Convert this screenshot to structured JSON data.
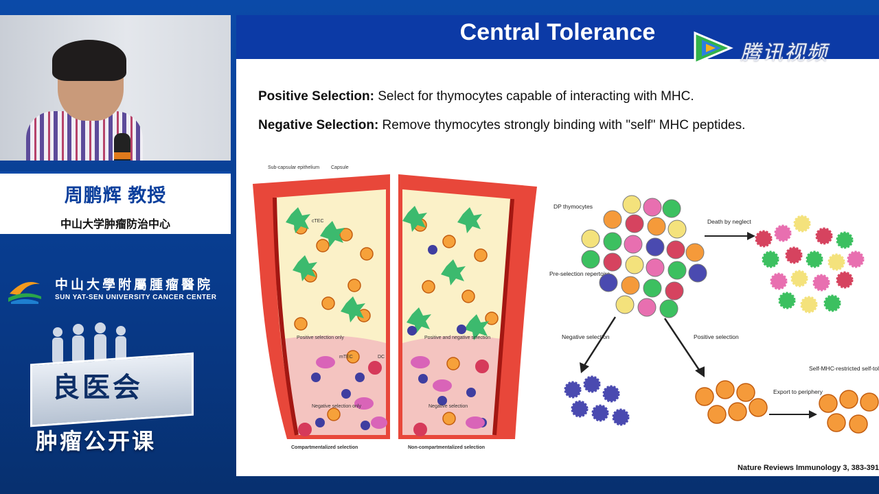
{
  "speaker": {
    "name": "周鹏辉 教授",
    "affiliation": "中山大学肿瘤防治中心"
  },
  "institution": {
    "name_cn": "中山大學附屬腫瘤醫院",
    "name_en": "SUN YAT-SEN UNIVERSITY CANCER CENTER"
  },
  "brand": {
    "main": "良医会",
    "sub": "肿瘤公开课"
  },
  "watermark": {
    "text": "腾讯视频"
  },
  "slide": {
    "title": "Central Tolerance",
    "positive_label": "Positive Selection:",
    "positive_text": " Select for thymocytes capable of interacting with MHC.",
    "negative_label": "Negative Selection:",
    "negative_text": " Remove thymocytes strongly binding with \"self\" MHC peptides.",
    "citation": "Nature Reviews Immunology 3, 383-391"
  },
  "figure_left": {
    "top_labels": [
      "Sub-capsular epithelium",
      "Capsule"
    ],
    "cell_label": "cTEC",
    "region_labels": [
      "Positive selection only",
      "Positive and negative selection"
    ],
    "medulla_labels": [
      "Negative selection only",
      "Negative selection"
    ],
    "mhc_labels": [
      "mTEC",
      "DC"
    ],
    "captions": [
      "Compartmentalized selection",
      "Non-compartmentalized selection"
    ]
  },
  "figure_right": {
    "dp_label": "DP thymocytes",
    "pre_label": "Pre-selection repertoire",
    "death_label": "Death by neglect",
    "neg_label": "Negative selection",
    "pos_label": "Positive selection",
    "export_label": "Export to periphery",
    "final_label": "Self-MHC-restricted self-tolerant T-cell repertoire"
  },
  "colors": {
    "slide_header": "#0c3aa6",
    "speaker_name": "#0b3f9c",
    "background": "#0a3c8c"
  }
}
